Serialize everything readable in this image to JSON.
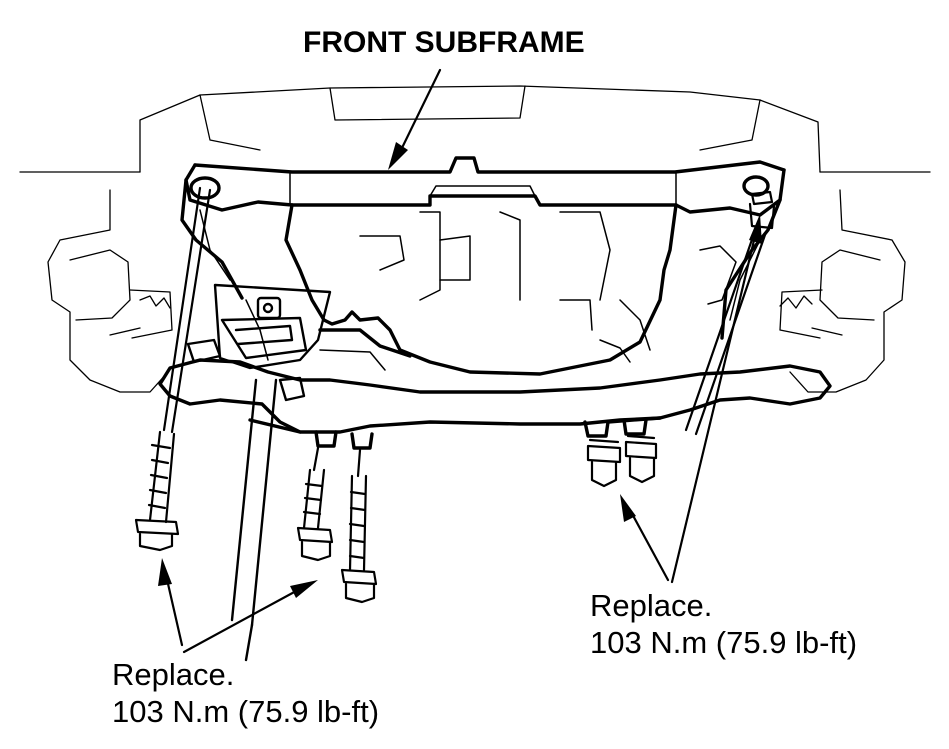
{
  "title": "FRONT SUBFRAME",
  "callouts": {
    "left": {
      "line1": "Replace.",
      "line2": "103 N.m (75.9 lb-ft)"
    },
    "right": {
      "line1": "Replace.",
      "line2": "103 N.m (75.9 lb-ft)"
    }
  },
  "colors": {
    "ink": "#000000",
    "paper": "#ffffff"
  }
}
